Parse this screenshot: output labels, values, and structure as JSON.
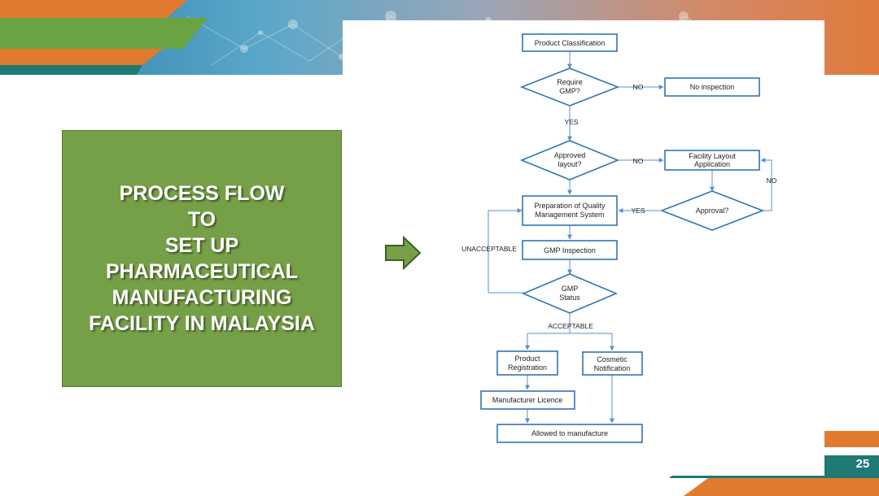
{
  "slide": {
    "title_lines": [
      "PROCESS FLOW",
      "TO",
      "SET UP",
      "PHARMACEUTICAL",
      "MANUFACTURING",
      "FACILITY IN MALAYSIA"
    ],
    "page_number": "25"
  },
  "colors": {
    "title_box": "#76a047",
    "flow_stroke": "#2e75b6",
    "accent_orange": "#e07a2e",
    "accent_teal": "#1f7a73"
  },
  "flowchart": {
    "nodes": {
      "product_classification": [
        "Product Classification"
      ],
      "require_gmp": [
        "Require",
        "GMP?"
      ],
      "no_inspection": [
        "No inspection"
      ],
      "approved_layout": [
        "Approved",
        "layout?"
      ],
      "facility_layout": [
        "Facility Layout",
        "Application"
      ],
      "approval": [
        "Approval?"
      ],
      "qms": [
        "Preparation of Quality",
        "Management System"
      ],
      "gmp_inspection": [
        "GMP Inspection"
      ],
      "gmp_status": [
        "GMP",
        "Status"
      ],
      "product_registration": [
        "Product",
        "Registration"
      ],
      "cosmetic_notification": [
        "Cosmetic",
        "Notification"
      ],
      "manufacturer_licence": [
        "Manufacturer Licence"
      ],
      "allowed": [
        "Allowed to manufacture"
      ]
    },
    "edge_labels": {
      "no_1": "NO",
      "yes_1": "YES",
      "no_2": "NO",
      "no_3": "NO",
      "yes_2": "YES",
      "unacceptable": "UNACCEPTABLE",
      "acceptable": "ACCEPTABLE"
    }
  }
}
